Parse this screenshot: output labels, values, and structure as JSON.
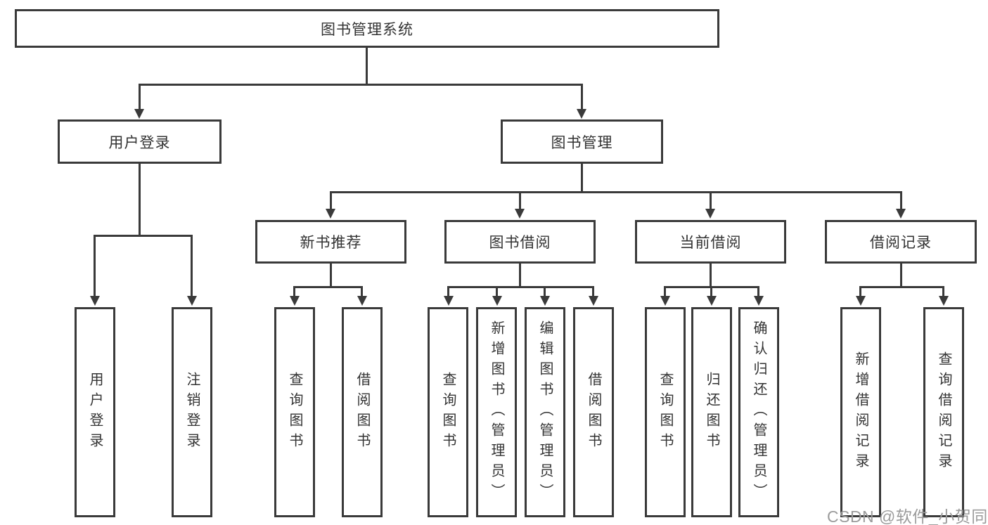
{
  "diagram": {
    "root": "图书管理系统",
    "branches": {
      "user_login": "用户登录",
      "book_management": "图书管理"
    },
    "modules": {
      "new_book": "新书推荐",
      "book_borrow": "图书借阅",
      "current_borrow": "当前借阅",
      "borrow_record": "借阅记录"
    },
    "leaves": {
      "user_login": [
        "用户登录",
        "注销登录"
      ],
      "new_book": [
        "查询图书",
        "借阅图书"
      ],
      "book_borrow": [
        "查询图书",
        "新增图书（管理员）",
        "编辑图书（管理员）",
        "借阅图书"
      ],
      "current_borrow": [
        "查询图书",
        "归还图书",
        "确认归还（管理员）"
      ],
      "borrow_record": [
        "新增借阅记录",
        "查询借阅记录"
      ]
    }
  },
  "watermark": "CSDN @软件_小贺同学",
  "colors": {
    "line": "#3a3a3a",
    "text": "#333333",
    "watermark": "#9b9b9b",
    "background": "#ffffff"
  }
}
